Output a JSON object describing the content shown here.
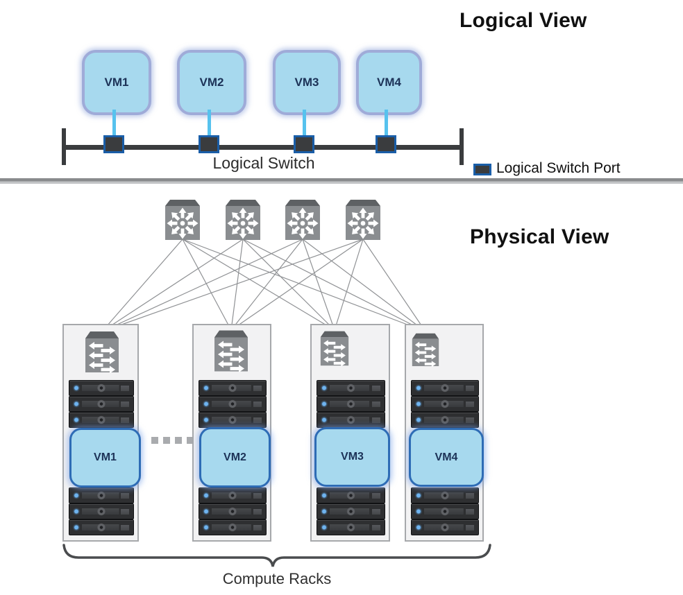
{
  "logical_view": {
    "title": "Logical View",
    "vms": [
      "VM1",
      "VM2",
      "VM3",
      "VM4"
    ],
    "switch_label": "Logical Switch",
    "legend_label": "Logical Switch Port"
  },
  "physical_view": {
    "title": "Physical View",
    "spine_switch_count": 4,
    "racks": [
      {
        "vm": "VM1"
      },
      {
        "vm": "VM2"
      },
      {
        "vm": "VM3"
      },
      {
        "vm": "VM4"
      }
    ],
    "caption": "Compute Racks"
  },
  "colors": {
    "vm_fill": "#A7D9EE",
    "vm_border_logical": "#9FABD8",
    "vm_border_physical": "#2E6CB5",
    "link_cyan": "#56C2EE",
    "switch_dark": "#3A3C3E",
    "port_border_blue": "#1A5EA8",
    "icon_gray": "#8A8D90",
    "icon_cap_gray": "#5E6164",
    "mesh_line_gray": "#8F9194",
    "rack_fill": "#F2F2F3"
  }
}
